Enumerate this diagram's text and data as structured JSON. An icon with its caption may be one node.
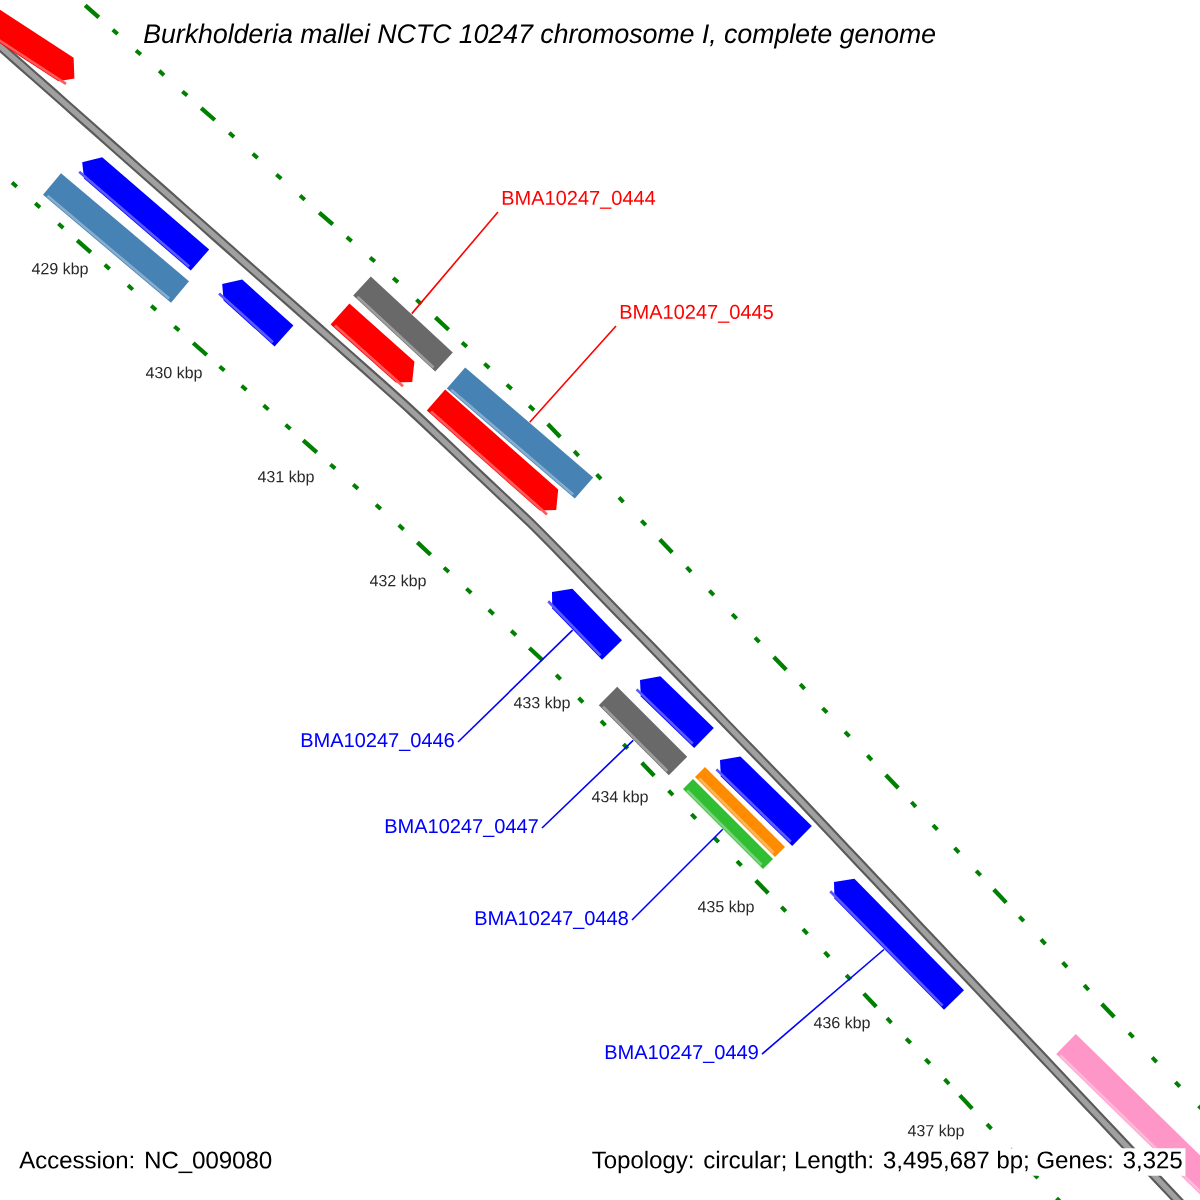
{
  "diagram": {
    "title": "Burkholderia mallei NCTC 10247 chromosome I, complete genome",
    "nodes": [
      {
        "text": [
          "BMA10247_0444"
        ]
      },
      {
        "text": [
          "BMA10247_0445"
        ]
      },
      {
        "text": [
          "BMA10247_0446"
        ]
      },
      {
        "text": [
          "BMA10247_0447"
        ]
      },
      {
        "text": [
          "BMA10247_0448"
        ]
      },
      {
        "text": [
          "BMA10247_0449"
        ]
      },
      {
        "text": [],
        "shape": "bar"
      },
      {
        "text": [],
        "shape": "bar"
      },
      {
        "text": [],
        "shape": "bar"
      },
      {
        "text": [],
        "shape": "bar"
      },
      {
        "text": [],
        "shape": "bar"
      },
      {
        "text": [],
        "shape": "bar"
      },
      {
        "text": [],
        "shape": "bar"
      },
      {
        "text": [],
        "shape": "bar"
      },
      {
        "text": [],
        "shape": "bar"
      },
      {
        "text": [],
        "shape": "bar"
      },
      {
        "text": [],
        "shape": "bar"
      },
      {
        "text": [],
        "shape": "bar"
      },
      {
        "text": [],
        "shape": "bar"
      },
      {
        "text": [],
        "shape": "bar"
      },
      {
        "text": [],
        "shape": "bar"
      },
      {
        "text": [],
        "shape": "bar"
      }
    ],
    "edges": [
      {
        "from": 0,
        "to": 10,
        "arrow": "none",
        "color": "#ff0000"
      },
      {
        "from": 1,
        "to": 12,
        "arrow": "none",
        "color": "#ff0000"
      },
      {
        "from": 2,
        "to": 14,
        "arrow": "none"
      },
      {
        "from": 3,
        "to": 16,
        "arrow": "none"
      },
      {
        "from": 4,
        "to": 19,
        "arrow": "none"
      },
      {
        "from": 5,
        "to": 20,
        "arrow": "none"
      }
    ],
    "labels": [
      "429 kbp",
      "430 kbp",
      "431 kbp",
      "432 kbp",
      "433 kbp",
      "434 kbp",
      "435 kbp",
      "436 kbp",
      "437 kbp",
      "Accession: NC_009080",
      "Topology: circular; Length: 3,495,687 bp; Genes: 3,325"
    ]
  }
}
